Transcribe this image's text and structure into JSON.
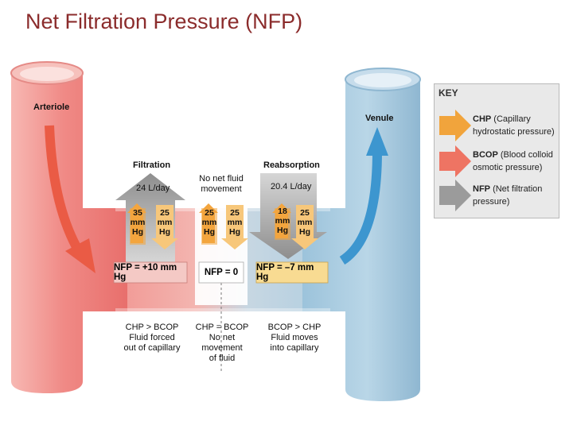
{
  "title": "Net Filtration Pressure (NFP)",
  "vessels": {
    "arteriole": "Arteriole",
    "venule": "Venule"
  },
  "filtration": {
    "heading": "Filtration",
    "rate": "24 L/day",
    "chp_label": [
      "35",
      "mm",
      "Hg"
    ],
    "bcop_label": [
      "25",
      "mm",
      "Hg"
    ],
    "nfp": "NFP = +10 mm Hg",
    "caption": [
      "CHP > BCOP",
      "Fluid forced",
      "out of capillary"
    ]
  },
  "equilibrium": {
    "heading": [
      "No net fluid",
      "movement"
    ],
    "chp_label": [
      "25",
      "mm",
      "Hg"
    ],
    "bcop_label": [
      "25",
      "mm",
      "Hg"
    ],
    "nfp": "NFP = 0",
    "caption": [
      "CHP = BCOP",
      "No net",
      "movement",
      "of fluid"
    ]
  },
  "reabsorption": {
    "heading": "Reabsorption",
    "rate": "20.4 L/day",
    "chp_label": [
      "18",
      "mm",
      "Hg"
    ],
    "bcop_label": [
      "25",
      "mm",
      "Hg"
    ],
    "nfp": "NFP = –7 mm Hg",
    "caption": [
      "BCOP > CHP",
      "Fluid moves",
      "into capillary"
    ]
  },
  "key": {
    "title": "KEY",
    "items": [
      {
        "abbr": "CHP",
        "desc": "(Capillary hydrostatic pressure)",
        "icon": "orange-arrow-icon",
        "color": "#f1a43c"
      },
      {
        "abbr": "BCOP",
        "desc": "(Blood colloid osmotic pressure)",
        "icon": "salmon-arrow-icon",
        "color": "#ee7463"
      },
      {
        "abbr": "NFP",
        "desc": "(Net filtration pressure)",
        "icon": "gray-arrow-icon",
        "color": "#9b9b9b"
      }
    ]
  },
  "colors": {
    "title": "#8b2c2c",
    "arteriole": "#ef8d8d",
    "venule": "#a9cbe0",
    "arrow_red": "#ea5b45",
    "arrow_blue": "#3d96cf",
    "nfp_box_left": "#f3c3c3",
    "nfp_box_right": "#f7d98e"
  }
}
